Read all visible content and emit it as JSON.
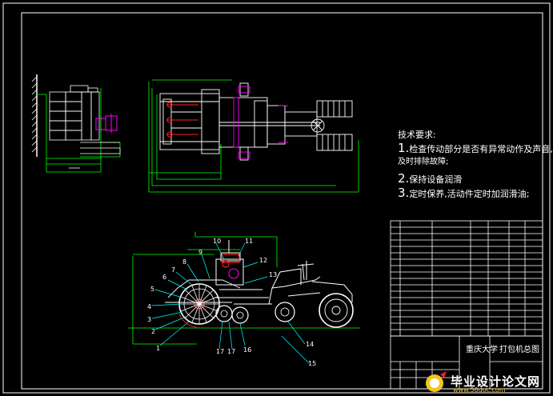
{
  "tech_notes": {
    "title": "技术要求:",
    "item1_num": "1.",
    "item1": "检查传动部分是否有异常动作及声音,",
    "item1_cont": "及时排除故障;",
    "item2_num": "2.",
    "item2": "保持设备润滑",
    "item3_num": "3.",
    "item3": "定时保养,活动件定时加润滑油;"
  },
  "part_numbers": [
    "1",
    "2",
    "3",
    "4",
    "5",
    "6",
    "7",
    "8",
    "9",
    "10",
    "11",
    "12",
    "13",
    "14",
    "15",
    "16",
    "17",
    "17"
  ],
  "title_block": {
    "org": "重庆大学",
    "drawing_name": "打包机总图"
  },
  "watermark": {
    "main": "毕业设计论文网",
    "url": "www.56doc.com"
  },
  "colors": {
    "background": "#000000",
    "line_white": "#ffffff",
    "line_green": "#00ff00",
    "line_magenta": "#ff00ff",
    "line_red": "#ff2020",
    "line_cyan": "#00ffff",
    "line_yellow": "#ffff00",
    "watermark_yellow": "#f3c51b"
  }
}
